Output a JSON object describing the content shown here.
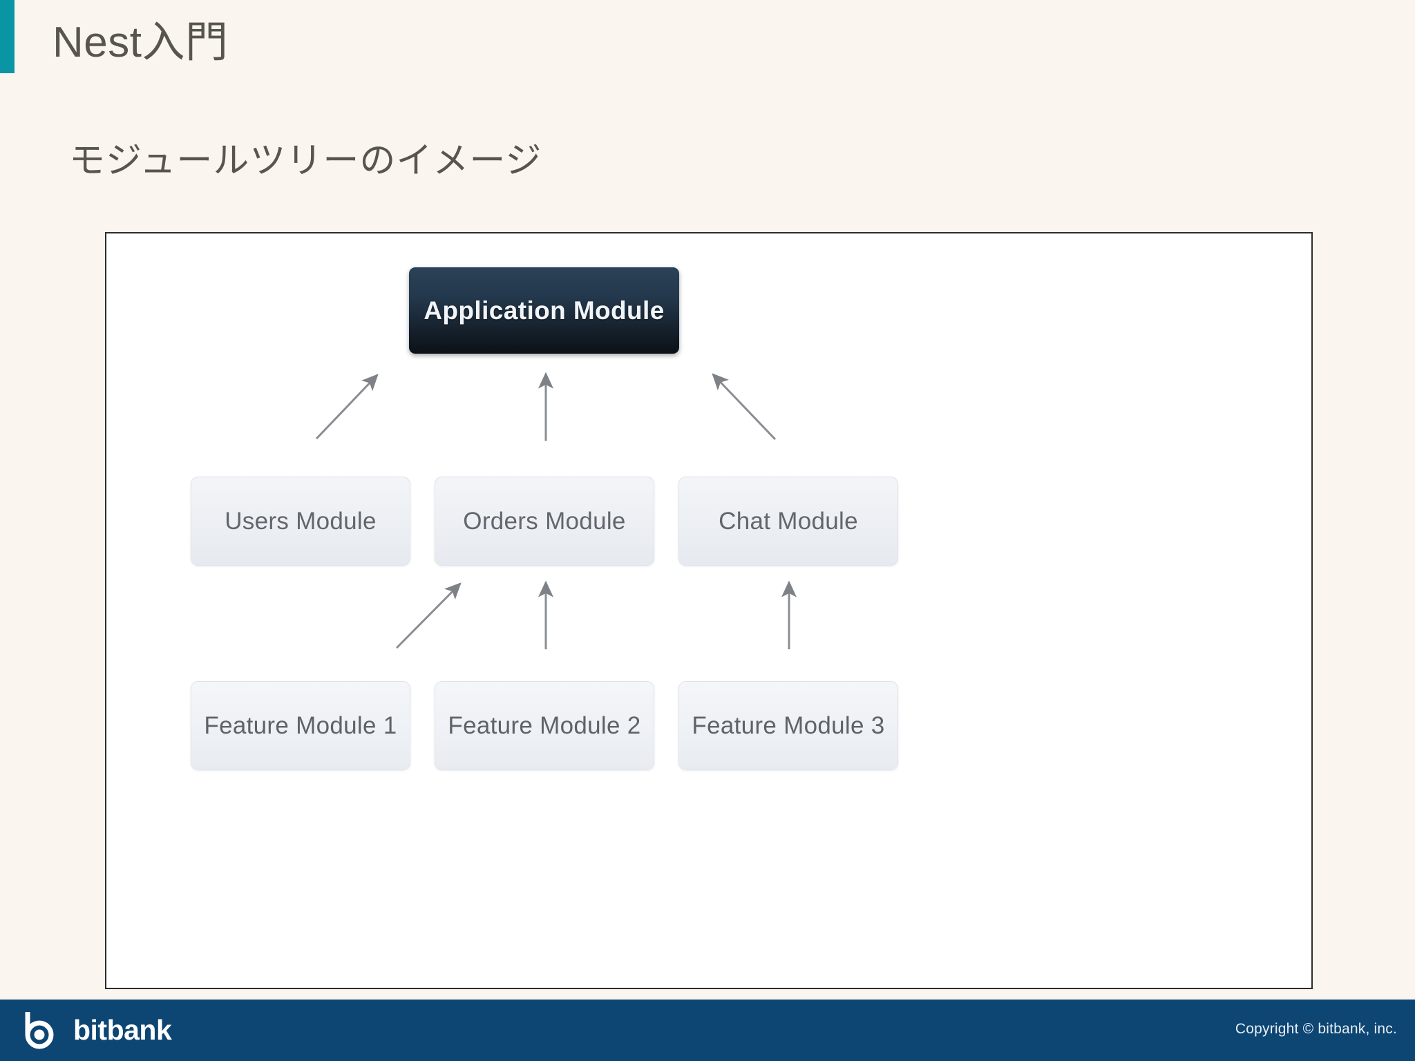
{
  "header": {
    "title": "Nest入門",
    "accent_color": "#0a95a5"
  },
  "subtitle": "モジュールツリーのイメージ",
  "page_background": "#faf6ef",
  "diagram": {
    "panel_background": "#ffffff",
    "panel_border_color": "#2b2b2b",
    "root": {
      "label": "Application Module",
      "fill": "#16202b",
      "text_color": "#f2f5f8"
    },
    "middle_row": [
      {
        "label": "Users Module",
        "fill": "#eceff3",
        "text_color": "#62666d"
      },
      {
        "label": "Orders Module",
        "fill": "#eceff3",
        "text_color": "#62666d"
      },
      {
        "label": "Chat Module",
        "fill": "#eceff3",
        "text_color": "#62666d"
      }
    ],
    "bottom_row": [
      {
        "label": "Feature Module 1",
        "fill": "#eef1f5",
        "text_color": "#5f6369"
      },
      {
        "label": "Feature Module 2",
        "fill": "#eef1f5",
        "text_color": "#5f6369"
      },
      {
        "label": "Feature Module 3",
        "fill": "#eef1f5",
        "text_color": "#5f6369"
      }
    ],
    "arrow_color": "#8a8d92",
    "arrows": [
      {
        "from": "Users Module",
        "to": "Application Module",
        "style": "diagonal-up-right"
      },
      {
        "from": "Orders Module",
        "to": "Application Module",
        "style": "vertical-up"
      },
      {
        "from": "Chat Module",
        "to": "Application Module",
        "style": "diagonal-up-left"
      },
      {
        "from": "Feature Module 1",
        "to": "Users Module",
        "style": "diagonal-up-right"
      },
      {
        "from": "Feature Module 2",
        "to": "Orders Module",
        "style": "vertical-up"
      },
      {
        "from": "Feature Module 3",
        "to": "Chat Module",
        "style": "vertical-up"
      }
    ]
  },
  "footer": {
    "background": "#0d4573",
    "logo_text": "bitbank",
    "copyright": "Copyright ©  bitbank, inc."
  }
}
